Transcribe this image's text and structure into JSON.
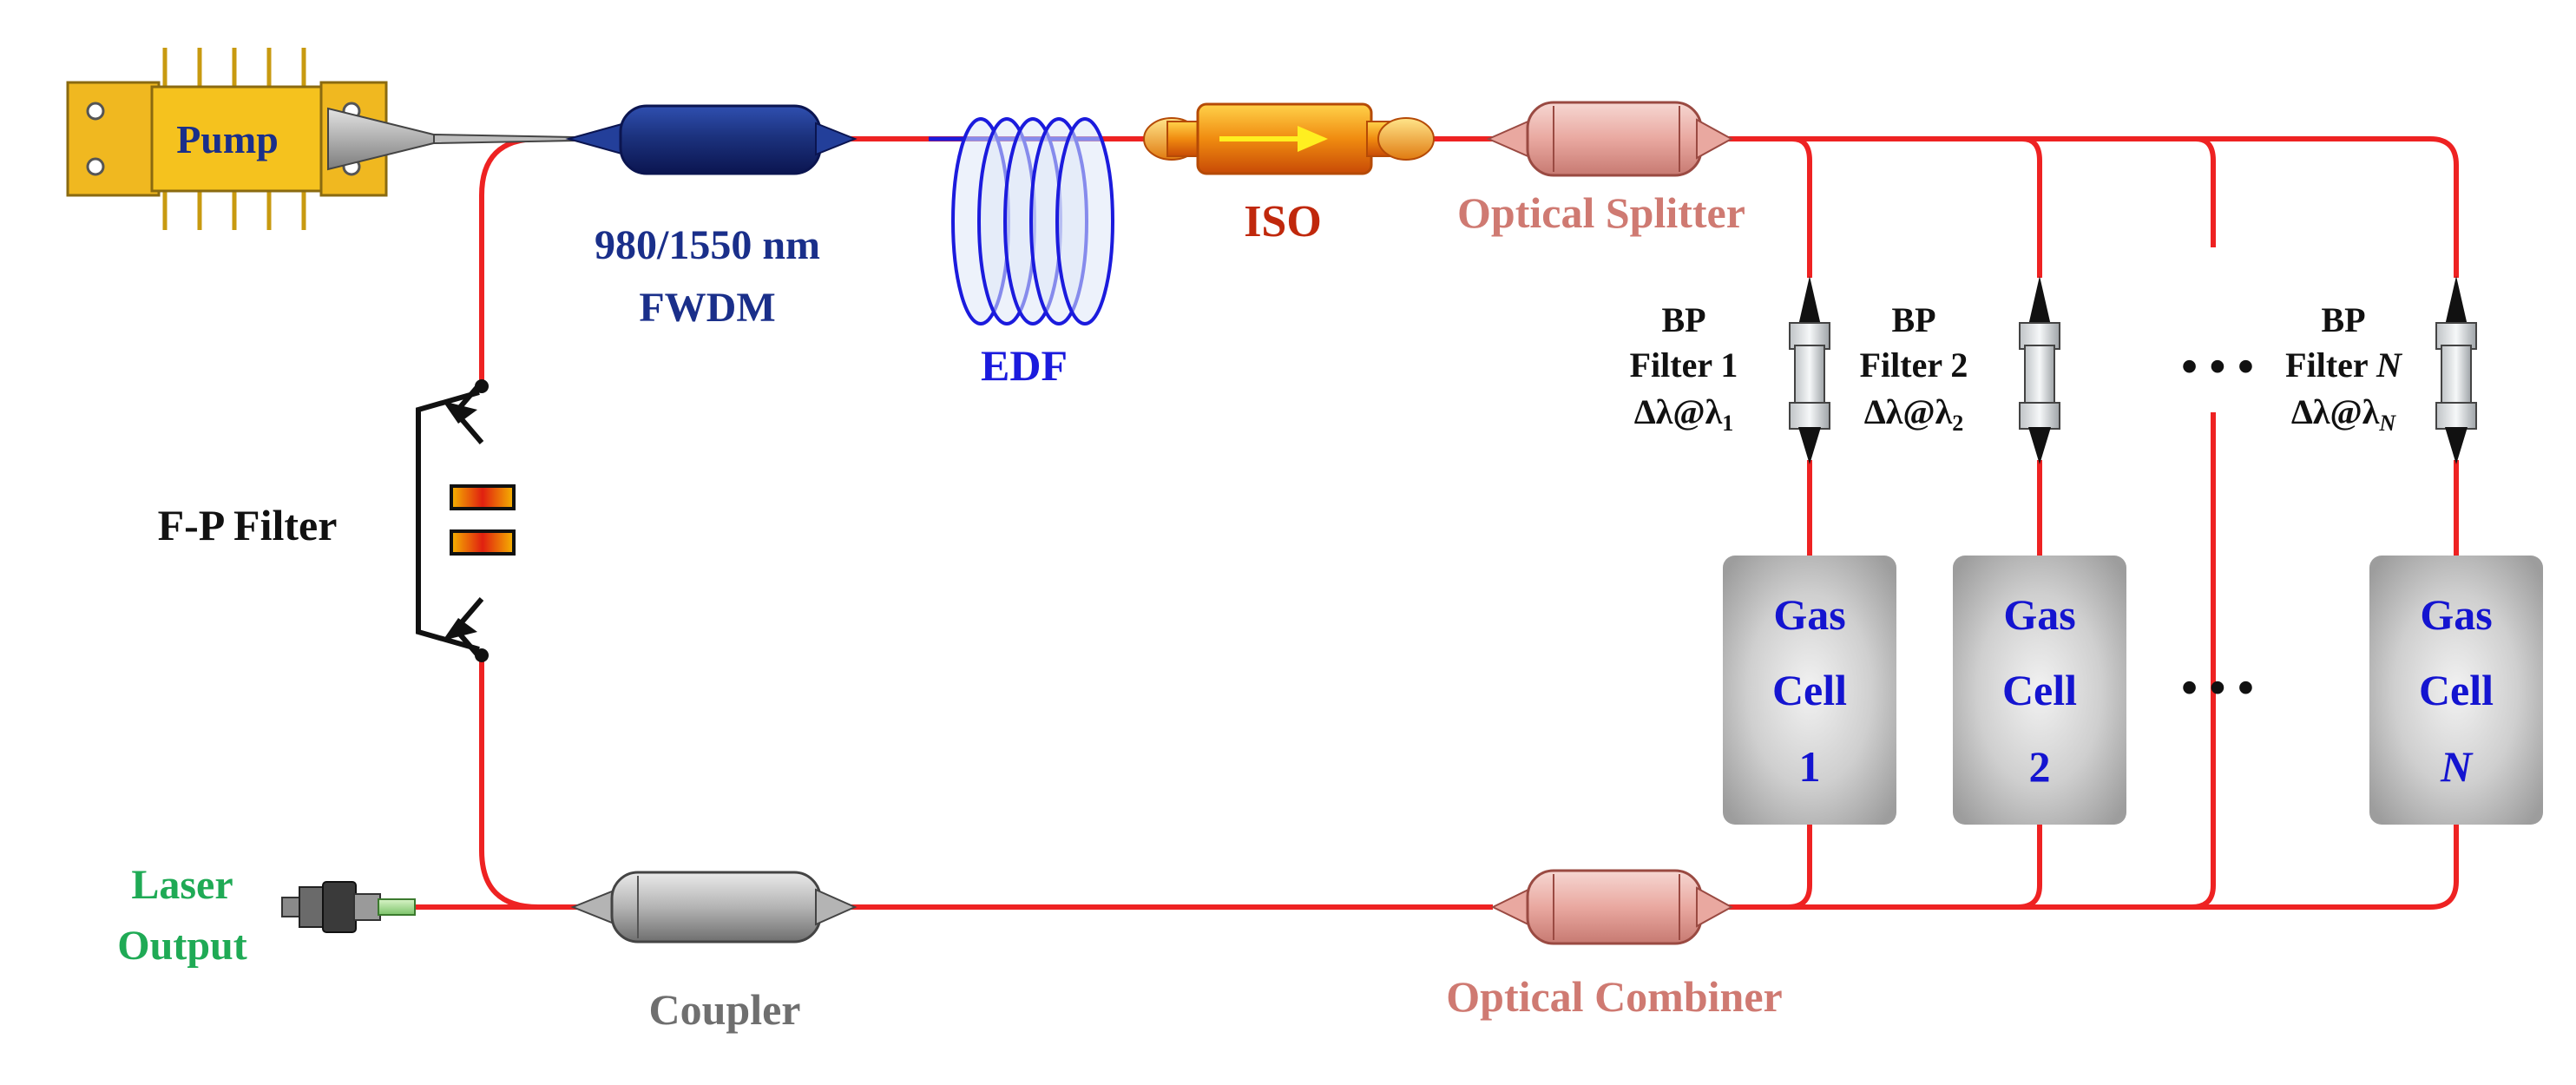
{
  "labels": {
    "pump": "Pump",
    "fwdm_line1": "980/1550 nm",
    "fwdm_line2": "FWDM",
    "edf": "EDF",
    "iso": "ISO",
    "splitter": "Optical Splitter",
    "combiner": "Optical Combiner",
    "coupler": "Coupler",
    "fp_filter": "F-P Filter",
    "laser_output_line1": "Laser",
    "laser_output_line2": "Output"
  },
  "filters": [
    {
      "bp": "BP",
      "name": "Filter 1",
      "wl": "Δλ@λ",
      "sub": "1"
    },
    {
      "bp": "BP",
      "name": "Filter 2",
      "wl": "Δλ@λ",
      "sub": "2"
    },
    {
      "bp": "BP",
      "name": "Filter ",
      "name_italic": "N",
      "wl": "Δλ@λ",
      "sub": "N"
    }
  ],
  "gas_cells": [
    {
      "line1": "Gas",
      "line2": "Cell",
      "index": "1"
    },
    {
      "line1": "Gas",
      "line2": "Cell",
      "index": "2"
    },
    {
      "line1": "Gas",
      "line2": "Cell",
      "index": "N"
    }
  ],
  "ellipsis": "• • •",
  "colors": {
    "fiber": "#ee2222",
    "fwdm": "#1a2f8a",
    "edf": "#1b1bdd",
    "iso": "#c0280c",
    "splitter": "#cf7a72",
    "coupler": "#6f6f6f",
    "laser_output": "#1faa55",
    "gas_cell_text": "#1414d0",
    "pump_body": "#f0b820"
  }
}
